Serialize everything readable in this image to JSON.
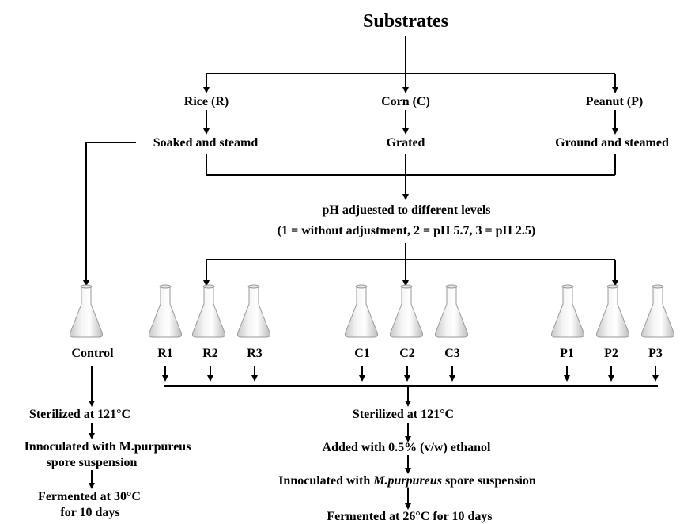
{
  "title": "Substrates",
  "substrates": {
    "rice": "Rice (R)",
    "corn": "Corn (C)",
    "peanut": "Peanut (P)"
  },
  "treatments": {
    "rice": "Soaked and steamd",
    "corn": "Grated",
    "peanut": "Ground and steamed"
  },
  "ph_step": {
    "line1": "pH adjuested to different levels",
    "line2": "(1 = without adjustment, 2 = pH 5.7, 3 = pH 2.5)"
  },
  "flasks": {
    "control": "Control",
    "samples": [
      "R1",
      "R2",
      "R3",
      "C1",
      "C2",
      "C3",
      "P1",
      "P2",
      "P3"
    ]
  },
  "control_steps": {
    "sterilize": "Sterilized at 121°C",
    "inoculate_line1": "Innoculated with M.purpureus",
    "inoculate_line2": "spore suspension",
    "ferment_line1": "Fermented at 30°C",
    "ferment_line2": "for 10 days"
  },
  "sample_steps": {
    "sterilize": "Sterilized at 121°C",
    "ethanol": "Added with 0.5% (v/w) ethanol",
    "inoculate_pre": "Innoculated with ",
    "inoculate_species": "M.purpureus",
    "inoculate_post": " spore suspension",
    "ferment": "Fermented at 26°C for 10 days"
  }
}
